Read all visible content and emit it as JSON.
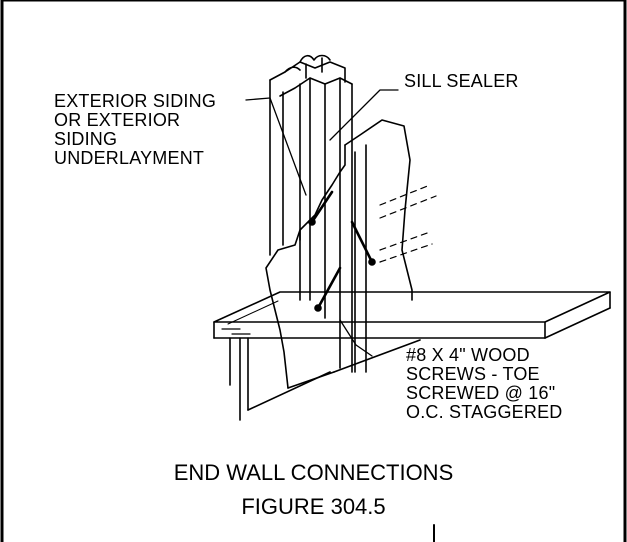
{
  "labels": {
    "siding": "EXTERIOR SIDING\nOR EXTERIOR\nSIDING\nUNDERLAYMENT",
    "sill_sealer": "SILL SEALER",
    "screws": "#8 X 4\" WOOD\nSCREWS - TOE\nSCREWED @ 16\"\nO.C. STAGGERED"
  },
  "caption": {
    "title": "END WALL CONNECTIONS",
    "figure": "FIGURE 304.5"
  }
}
